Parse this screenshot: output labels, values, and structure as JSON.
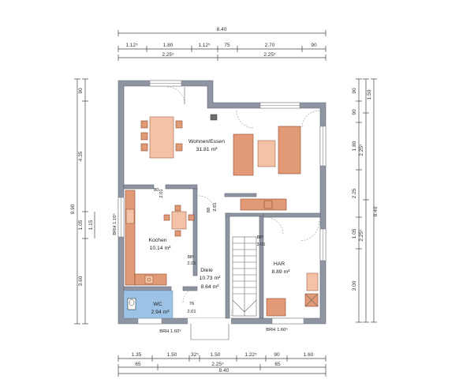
{
  "plan": {
    "top_dims": {
      "overall": "8.40",
      "row1": [
        "1.12⁵",
        "1.80",
        "1.12⁵",
        "75",
        "2.70",
        "90"
      ],
      "row2": [
        "2.25⁵",
        "2.25⁵"
      ]
    },
    "bottom_dims": {
      "row1": [
        "1.35",
        "1.50",
        "32⁵",
        "1.50",
        "1.22⁵",
        "90",
        "1.60"
      ],
      "row2": [
        "65",
        "2.25⁵",
        "65"
      ],
      "overall": "8.40"
    },
    "left_dims": {
      "overall": "9.90",
      "col1": [
        "90",
        "4.35",
        "1.05",
        "3.60"
      ],
      "col2": [
        "1.15"
      ]
    },
    "right_dims": {
      "col1": [
        "90",
        "90",
        "1.80",
        "2.25",
        "1.05",
        "3.00"
      ],
      "col2": [
        "1.50",
        "2.25⁵",
        "2.25⁵"
      ],
      "overall": "8.40"
    },
    "rooms": {
      "wohnen": {
        "name": "Wohnen/Essen",
        "area": "31.81 m²"
      },
      "kochen": {
        "name": "Kochen",
        "area": "10.14 m²"
      },
      "diele": {
        "name": "Diele",
        "area1": "10.73 m²",
        "area2": "8.64 m²"
      },
      "har": {
        "name": "HAR",
        "area": "8.89 m²"
      },
      "wc": {
        "name": "WC",
        "area": "2.94 m²"
      }
    },
    "openings": {
      "kuche_door": {
        "w": "80",
        "h": "2.01"
      },
      "wohnen_door": {
        "w": "88",
        "h": "2.01"
      },
      "diele_door": {
        "w": "88⁵",
        "h": "2.01"
      },
      "har_door": {
        "w": "88⁵",
        "h": "3.01"
      },
      "wc_door": {
        "w": "76",
        "h": "2.01"
      }
    },
    "windows": {
      "kuche": "BRH 1.10⁵",
      "wc": "BRH 1.60⁵",
      "har": "BRH 1.60⁵"
    },
    "colors": {
      "wall": "#8f95a3",
      "furniture": "#e29a76",
      "wc_floor": "#9cc3e6"
    }
  }
}
